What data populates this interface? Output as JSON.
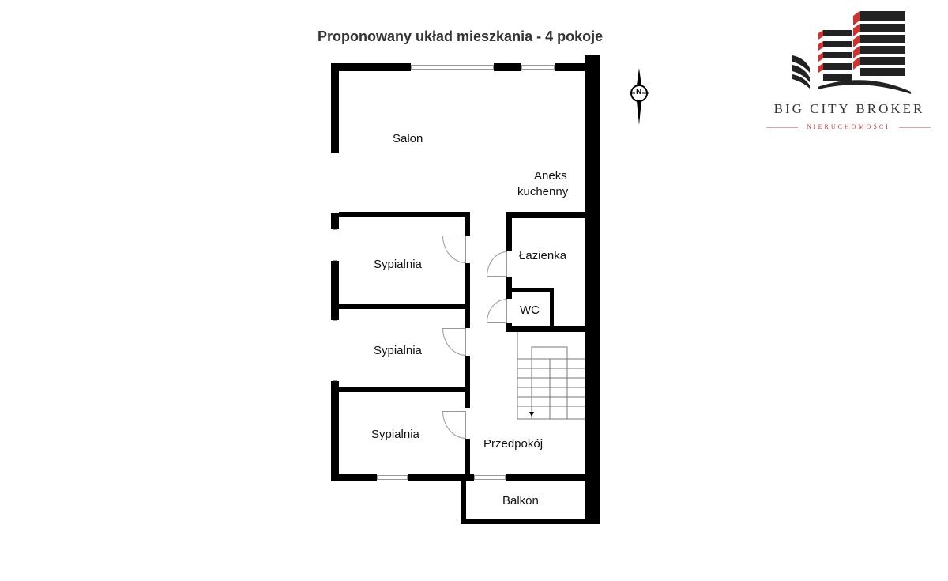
{
  "title": "Proponowany układ mieszkania - 4 pokoje",
  "rooms": {
    "salon": "Salon",
    "aneks": "Aneks",
    "aneks2": "kuchenny",
    "lazienka": "Łazienka",
    "wc": "WC",
    "sypialnia1": "Sypialnia",
    "sypialnia2": "Sypialnia",
    "sypialnia3": "Sypialnia",
    "przedpokoj": "Przedpokój",
    "balkon": "Balkon"
  },
  "compass": "N",
  "logo": {
    "name": "BIG CITY BROKER",
    "sub": "NIERUCHOMOŚCI",
    "accent": "#d0312d"
  }
}
